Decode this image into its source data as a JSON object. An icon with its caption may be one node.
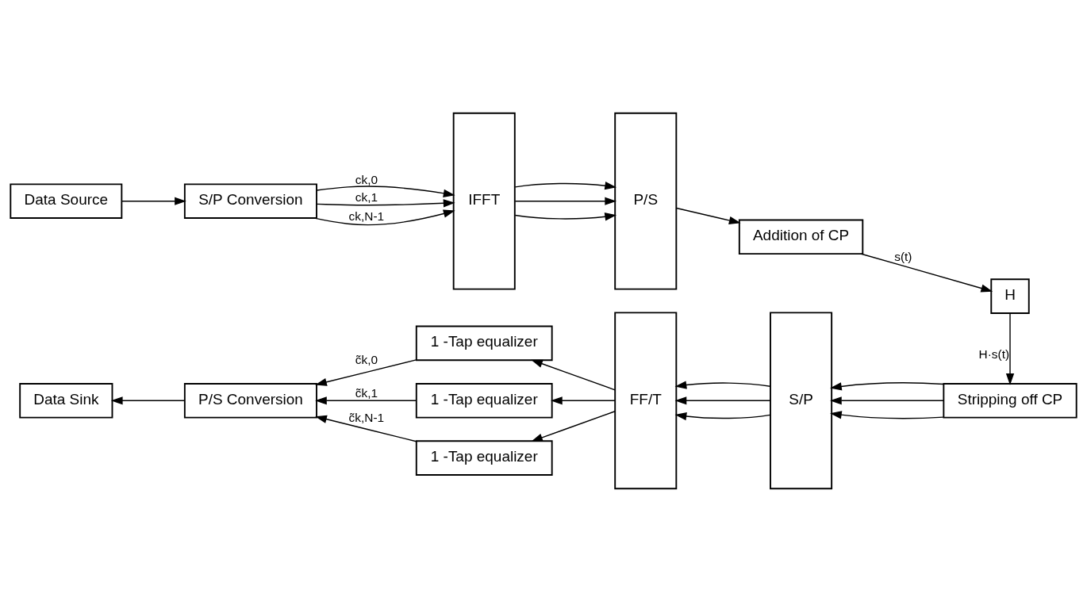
{
  "diagram": {
    "nodes": [
      {
        "text": [
          "Data Source"
        ]
      },
      {
        "text": [
          "S/P Conversion"
        ]
      },
      {
        "text": [
          "IFFT"
        ]
      },
      {
        "text": [
          "P/S"
        ]
      },
      {
        "text": [
          "Addition of CP"
        ]
      },
      {
        "text": [
          "H"
        ]
      },
      {
        "text": [
          "Stripping off CP"
        ]
      },
      {
        "text": [
          "S/P"
        ]
      },
      {
        "text": [
          "FF/T"
        ]
      },
      {
        "text": [
          "1 -Tap equalizer"
        ]
      },
      {
        "text": [
          "1 -Tap equalizer"
        ]
      },
      {
        "text": [
          "1 -Tap equalizer"
        ]
      },
      {
        "text": [
          "P/S Conversion"
        ]
      },
      {
        "text": [
          "Data Sink"
        ]
      }
    ],
    "edges": [
      {
        "from": 0,
        "to": 1,
        "arrow": "to"
      },
      {
        "from": 1,
        "to": 2,
        "arrow": "to",
        "label": "ck,0"
      },
      {
        "from": 1,
        "to": 2,
        "arrow": "to",
        "label": "ck,1"
      },
      {
        "from": 1,
        "to": 2,
        "arrow": "to",
        "label": "ck,N-1"
      },
      {
        "from": 2,
        "to": 3,
        "arrow": "to"
      },
      {
        "from": 2,
        "to": 3,
        "arrow": "to"
      },
      {
        "from": 2,
        "to": 3,
        "arrow": "to"
      },
      {
        "from": 3,
        "to": 4,
        "arrow": "to"
      },
      {
        "from": 4,
        "to": 5,
        "arrow": "to",
        "label": "s(t)"
      },
      {
        "from": 5,
        "to": 6,
        "arrow": "to",
        "label": "H·s(t)"
      },
      {
        "from": 6,
        "to": 7,
        "arrow": "to"
      },
      {
        "from": 6,
        "to": 7,
        "arrow": "to"
      },
      {
        "from": 6,
        "to": 7,
        "arrow": "to"
      },
      {
        "from": 7,
        "to": 8,
        "arrow": "to"
      },
      {
        "from": 7,
        "to": 8,
        "arrow": "to"
      },
      {
        "from": 7,
        "to": 8,
        "arrow": "to"
      },
      {
        "from": 8,
        "to": 9,
        "arrow": "to"
      },
      {
        "from": 8,
        "to": 10,
        "arrow": "to"
      },
      {
        "from": 8,
        "to": 11,
        "arrow": "to"
      },
      {
        "from": 9,
        "to": 12,
        "arrow": "to",
        "label": "c̃k,0"
      },
      {
        "from": 10,
        "to": 12,
        "arrow": "to",
        "label": "c̃k,1"
      },
      {
        "from": 11,
        "to": 12,
        "arrow": "to",
        "label": "c̃k,N-1"
      },
      {
        "from": 12,
        "to": 13,
        "arrow": "to"
      }
    ]
  }
}
